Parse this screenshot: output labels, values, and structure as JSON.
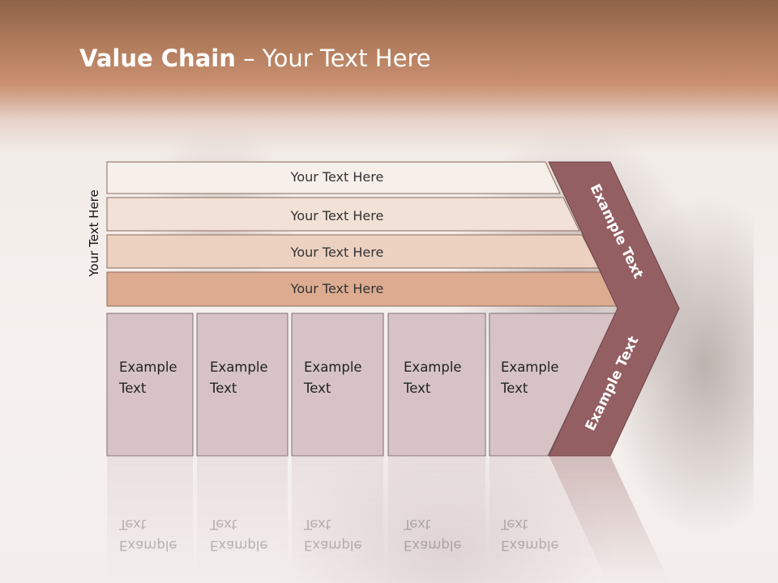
{
  "slide": {
    "title_bold": "Value Chain",
    "title_rest": " – Your Text Here",
    "side_label": "Your Text Here"
  },
  "bars": [
    {
      "label": "Your Text Here",
      "fill": "#f7efea"
    },
    {
      "label": "Your Text Here",
      "fill": "#f2e1d6"
    },
    {
      "label": "Your Text Here",
      "fill": "#ecd1c1"
    },
    {
      "label": "Your Text Here",
      "fill": "#dcab90"
    }
  ],
  "columns": [
    {
      "line1": "Example",
      "line2": "Text"
    },
    {
      "line1": "Example",
      "line2": "Text"
    },
    {
      "line1": "Example",
      "line2": "Text"
    },
    {
      "line1": "Example",
      "line2": "Text"
    },
    {
      "line1": "Example",
      "line2": "Text"
    }
  ],
  "chevron": {
    "upper_label": "Example Text",
    "lower_label": "Example Text",
    "color": "#935f62"
  },
  "colors": {
    "column_fill": "#d7c3c6",
    "title": "#ffffff"
  }
}
